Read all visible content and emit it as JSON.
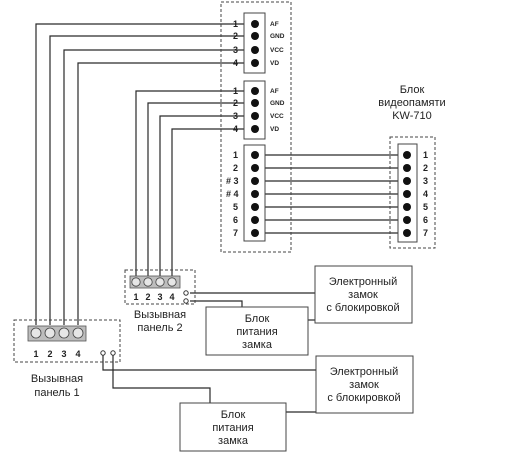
{
  "hub": {
    "block1": {
      "nums": [
        "1",
        "2",
        "3",
        "4"
      ],
      "tags": [
        "AF",
        "GND",
        "VCC",
        "VD"
      ]
    },
    "block2": {
      "nums": [
        "1",
        "2",
        "3",
        "4"
      ],
      "tags": [
        "AF",
        "GND",
        "VCC",
        "VD"
      ]
    },
    "block3": {
      "nums": [
        "1",
        "2",
        "# 3",
        "# 4",
        "5",
        "6",
        "7"
      ]
    }
  },
  "memory": {
    "title_lines": [
      "Блок",
      "видеопамяти",
      "KW-710"
    ],
    "pins": [
      "1",
      "2",
      "3",
      "4",
      "5",
      "6",
      "7"
    ]
  },
  "panel2": {
    "label_lines": [
      "Вызывная",
      "панель 2"
    ],
    "terminals": [
      "1",
      "2",
      "3",
      "4"
    ]
  },
  "panel1": {
    "label_lines": [
      "Вызывная",
      "панель 1"
    ],
    "terminals": [
      "1",
      "2",
      "3",
      "4"
    ]
  },
  "lock_upper": {
    "lines": [
      "Электронный",
      "замок",
      "с блокировкой"
    ]
  },
  "lock_lower": {
    "lines": [
      "Электронный",
      "замок",
      "с блокировкой"
    ]
  },
  "psu_upper": {
    "lines": [
      "Блок",
      "питания",
      "замка"
    ]
  },
  "psu_lower": {
    "lines": [
      "Блок",
      "питания",
      "замка"
    ]
  }
}
